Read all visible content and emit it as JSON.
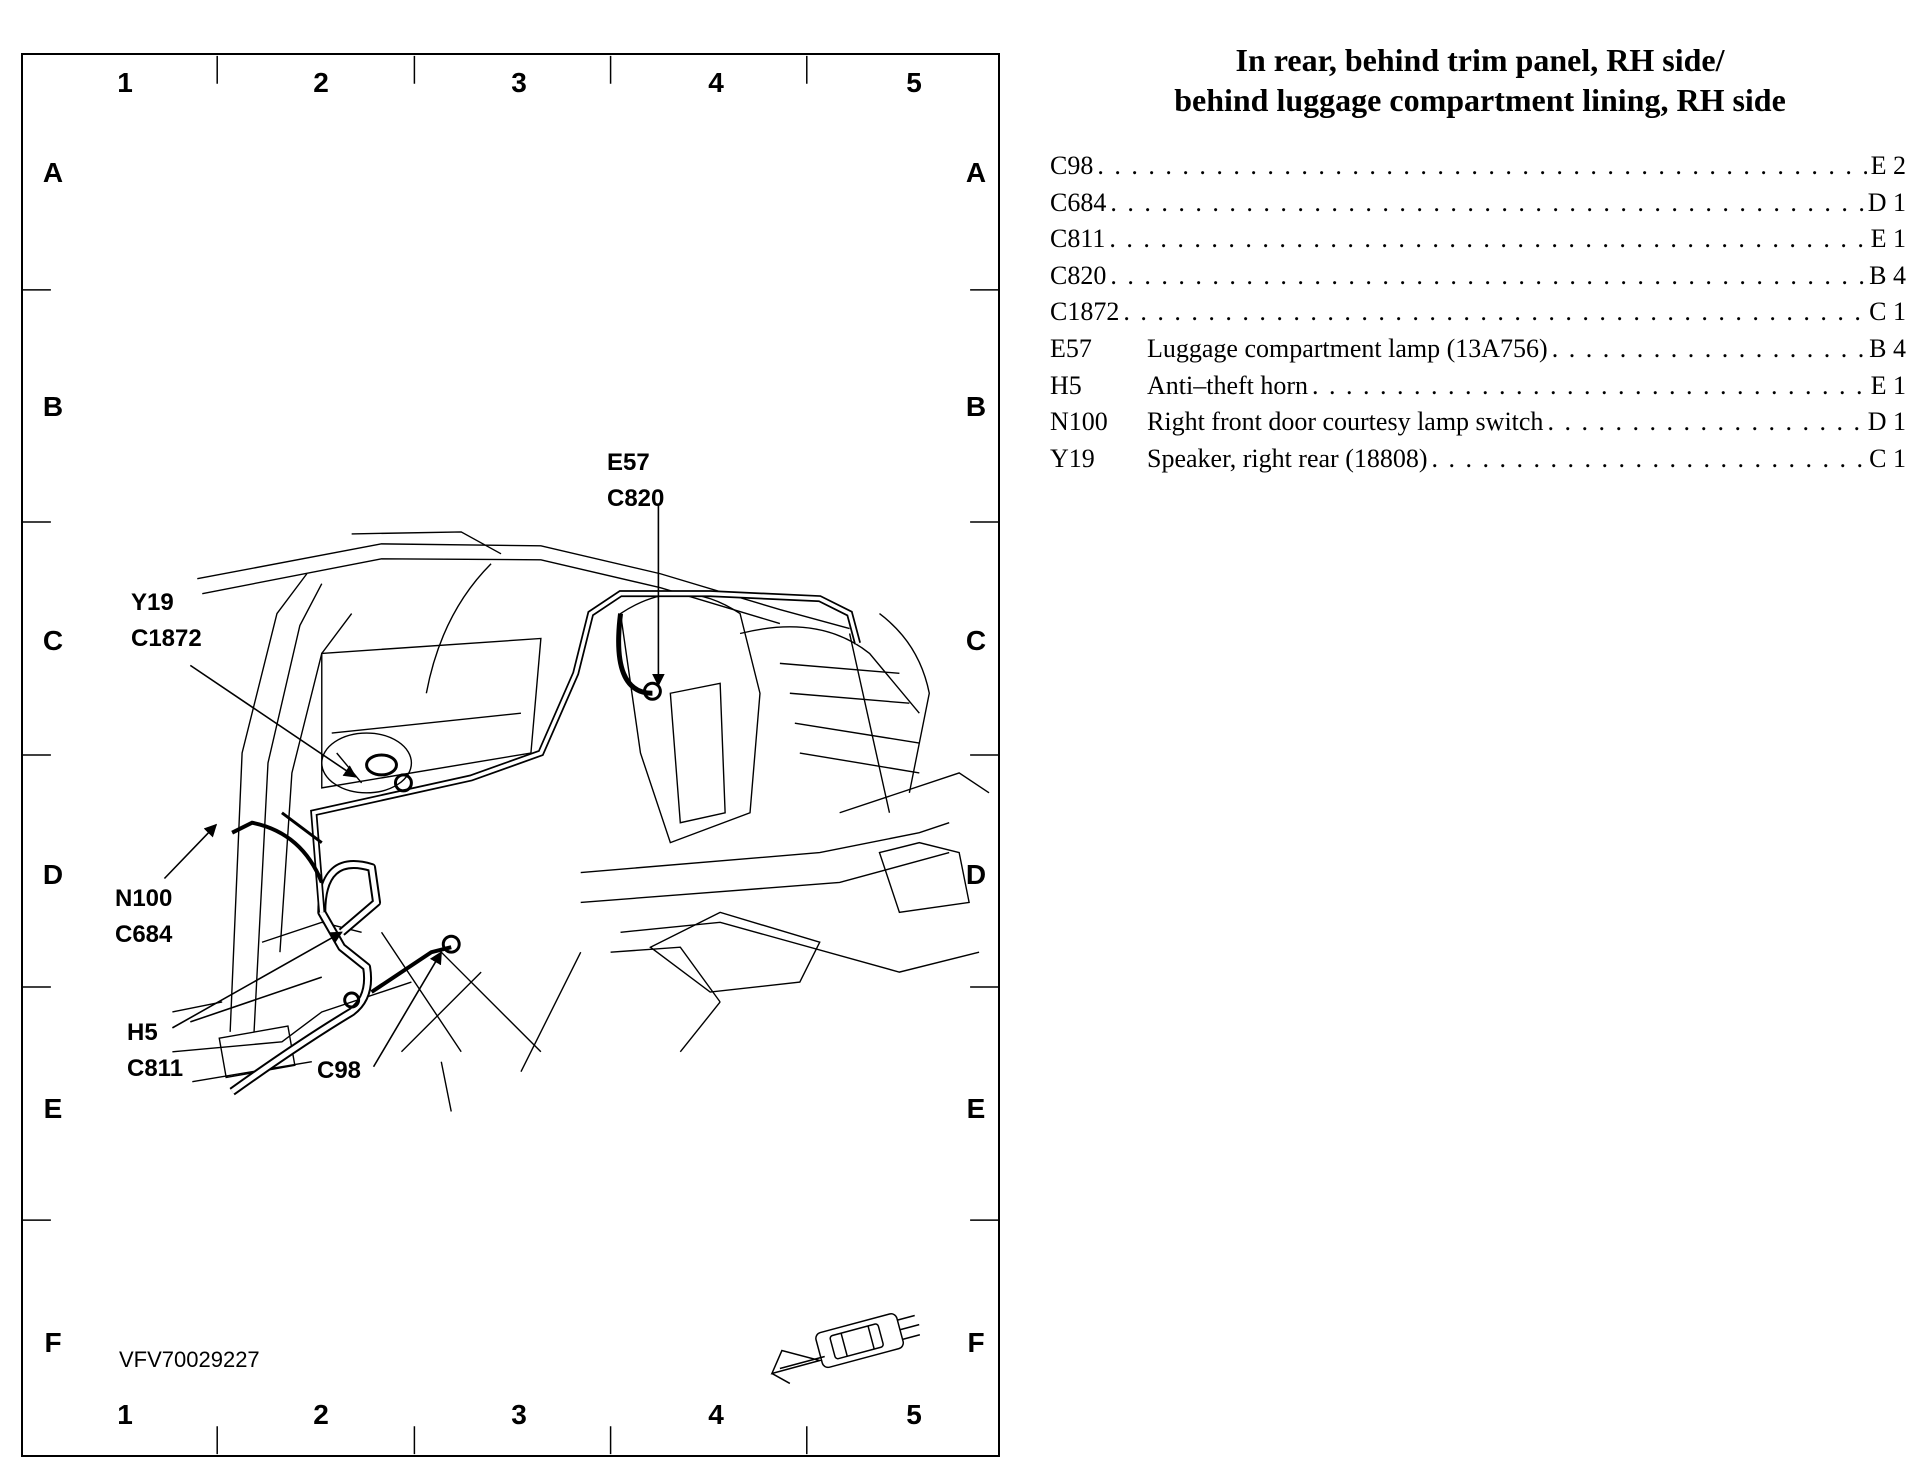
{
  "diagram": {
    "columns": [
      "1",
      "2",
      "3",
      "4",
      "5"
    ],
    "rows": [
      "A",
      "B",
      "C",
      "D",
      "E",
      "F"
    ],
    "figure_id": "VFV70029227",
    "callouts": {
      "e57": "E57",
      "c820": "C820",
      "y19": "Y19",
      "c1872": "C1872",
      "n100": "N100",
      "c684": "C684",
      "h5": "H5",
      "c811": "C811",
      "c98": "C98"
    }
  },
  "legend": {
    "title_line1": "In rear, behind trim panel, RH side/",
    "title_line2": "behind luggage compartment lining, RH side",
    "rows": [
      {
        "code": "C98",
        "description": "",
        "location": "E 2"
      },
      {
        "code": "C684",
        "description": "",
        "location": "D 1"
      },
      {
        "code": "C811",
        "description": "",
        "location": "E 1"
      },
      {
        "code": "C820",
        "description": "",
        "location": "B 4"
      },
      {
        "code": "C1872",
        "description": "",
        "location": "C 1"
      },
      {
        "code": "E57",
        "description": "Luggage compartment lamp (13A756)",
        "location": "B 4"
      },
      {
        "code": "H5",
        "description": "Anti–theft horn",
        "location": "E 1"
      },
      {
        "code": "N100",
        "description": "Right front door courtesy lamp switch",
        "location": "D 1"
      },
      {
        "code": "Y19",
        "description": "Speaker, right rear (18808)",
        "location": "C 1"
      }
    ]
  }
}
